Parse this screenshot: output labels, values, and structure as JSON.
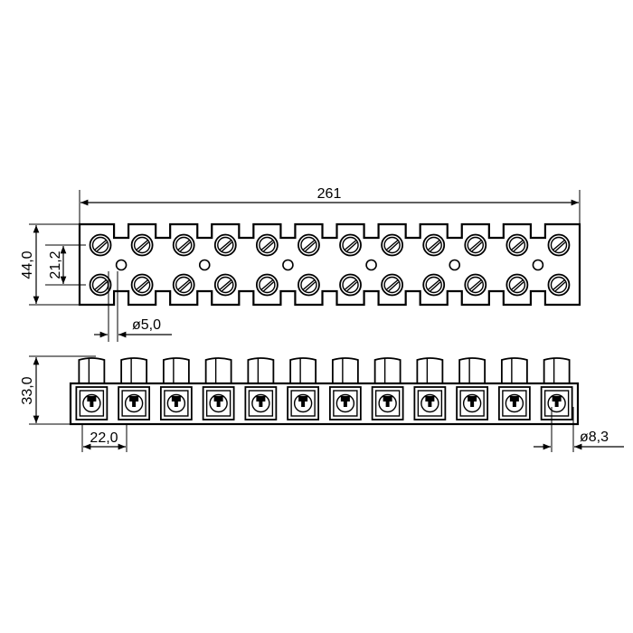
{
  "drawing": {
    "terminal_count": 12,
    "dimensions": {
      "overall_length": "261",
      "top_height": "44,0",
      "screw_spacing": "21,2",
      "mount_hole": "ø5,0",
      "side_height": "33,0",
      "pitch": "22,0",
      "wire_hole": "ø8,3"
    }
  }
}
